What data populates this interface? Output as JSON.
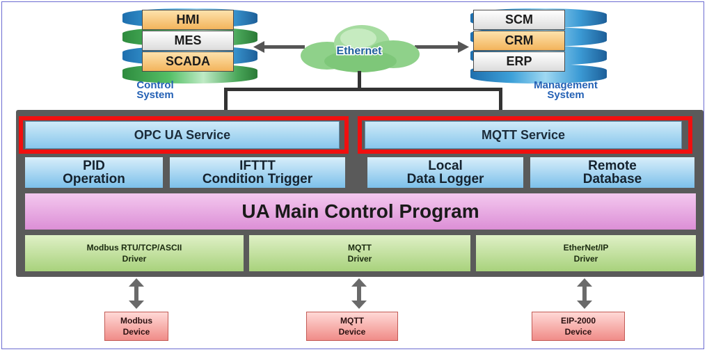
{
  "control_system": {
    "labels": [
      "HMI",
      "MES",
      "SCADA"
    ],
    "title_line1": "Control",
    "title_line2": "System"
  },
  "management_system": {
    "labels": [
      "SCM",
      "CRM",
      "ERP"
    ],
    "title_line1": "Management",
    "title_line2": "System"
  },
  "network": {
    "label": "Ethernet"
  },
  "services": {
    "opc": "OPC UA Service",
    "mqtt": "MQTT Service"
  },
  "functions": [
    {
      "line1": "PID",
      "line2": "Operation"
    },
    {
      "line1": "IFTTT",
      "line2": "Condition Trigger"
    },
    {
      "line1": "Local",
      "line2": "Data Logger"
    },
    {
      "line1": "Remote",
      "line2": "Database"
    }
  ],
  "main_program": "UA Main Control Program",
  "drivers": [
    {
      "line1": "Modbus RTU/TCP/ASCII",
      "line2": "Driver"
    },
    {
      "line1": "MQTT",
      "line2": "Driver"
    },
    {
      "line1": "EtherNet/IP",
      "line2": "Driver"
    }
  ],
  "devices": [
    {
      "line1": "Modbus",
      "line2": "Device"
    },
    {
      "line1": "MQTT",
      "line2": "Device"
    },
    {
      "line1": "EIP-2000",
      "line2": "Device"
    }
  ],
  "colors": {
    "highlight": "#f00f0f",
    "service_blue": "#88c7ec",
    "main_program_pink": "#dc8fd6",
    "driver_green": "#a8d27c",
    "device_red": "#f08c88",
    "system_label_blue": "#2461b5"
  }
}
